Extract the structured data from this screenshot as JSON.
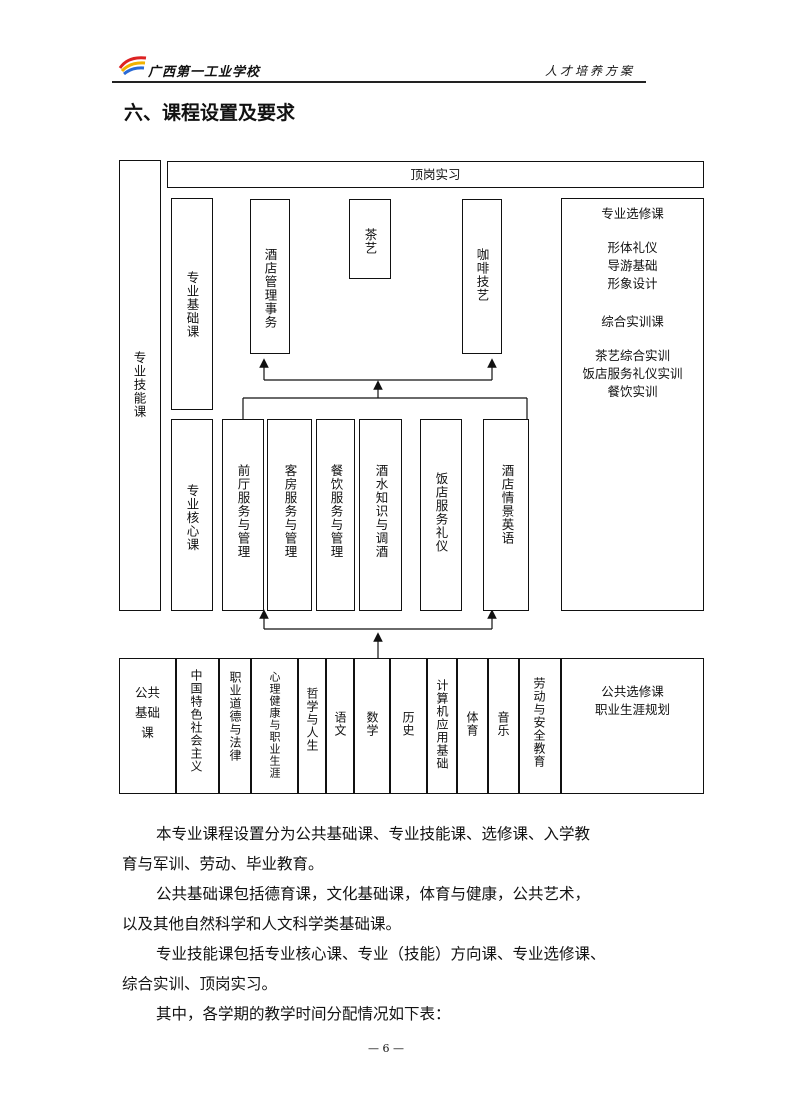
{
  "header": {
    "school": "广西第一工业学校",
    "doc_type": "人才培养方案"
  },
  "section_title": "六、课程设置及要求",
  "diagram": {
    "top_internship": "顶岗实习",
    "skill_course": "专业技能课",
    "basic_course": "专业基础课",
    "core_course": "专业核心课",
    "basic_items": [
      "酒店管理事务",
      "茶艺",
      "咖啡技艺"
    ],
    "core_items": [
      "前厅服务与管理",
      "客房服务与管理",
      "餐饮服务与管理",
      "酒水知识与调酒",
      "饭店服务礼仪",
      "酒店情景英语"
    ],
    "elective": {
      "title": "专业选修课",
      "items": [
        "形体礼仪",
        "导游基础",
        "形象设计"
      ],
      "training_title": "综合实训课",
      "training_items": [
        "茶艺综合实训",
        "饭店服务礼仪实训",
        "餐饮实训"
      ]
    },
    "public_course": "公共基础课",
    "public_items": [
      "中国特色社会主义",
      "职业道德与法律",
      "心理健康与职业生涯",
      "哲学与人生",
      "语文",
      "数学",
      "历史",
      "计算机应用基础",
      "体育",
      "音乐",
      "劳动与安全教育"
    ],
    "public_elective": [
      "公共选修课",
      "职业生涯规划"
    ]
  },
  "paragraphs": [
    "本专业课程设置分为公共基础课、专业技能课、选修课、入学教",
    "育与军训、劳动、毕业教育。",
    "公共基础课包括德育课，文化基础课，体育与健康，公共艺术，",
    "以及其他自然科学和人文科学类基础课。",
    "专业技能课包括专业核心课、专业（技能）方向课、专业选修课、",
    "综合实训、顶岗实习。",
    "其中，各学期的教学时间分配情况如下表："
  ],
  "page_number": "— 6 —"
}
